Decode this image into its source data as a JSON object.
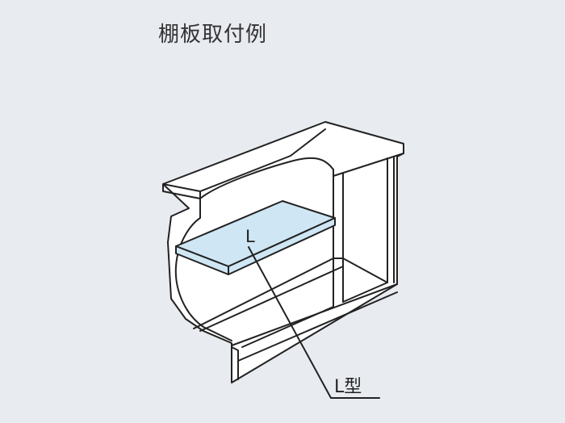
{
  "title": "棚板取付例",
  "labels": {
    "shelf": "L",
    "callout": "L型"
  },
  "colors": {
    "background": "#e8ebf0",
    "cabinet": "#ffffff",
    "outline": "#222222",
    "shelf": "#cfe6f4"
  }
}
